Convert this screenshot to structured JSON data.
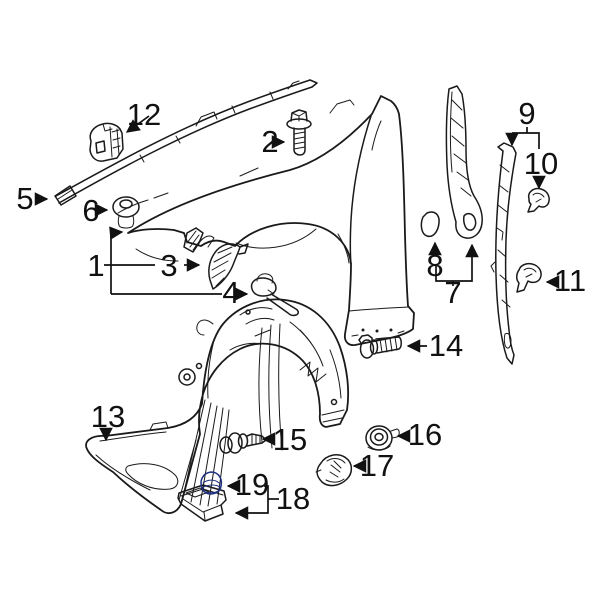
{
  "diagram": {
    "type": "exploded-parts-diagram",
    "subject": "front fender, apron seals and wheel housing splash shield",
    "background": "#ffffff",
    "line_color": "#1a1a1a",
    "highlighted_callout": "19",
    "colors": {
      "highlight": "#4a77d2",
      "highlight_outline": "#1c2f80"
    },
    "callouts": {
      "c1": "1",
      "c2": "2",
      "c3": "3",
      "c4": "4",
      "c5": "5",
      "c6": "6",
      "c7": "7",
      "c8": "8",
      "c9": "9",
      "c10": "10",
      "c11": "11",
      "c12": "12",
      "c13": "13",
      "c14": "14",
      "c15": "15",
      "c16": "16",
      "c17": "17",
      "c18": "18",
      "c19": "19"
    }
  }
}
